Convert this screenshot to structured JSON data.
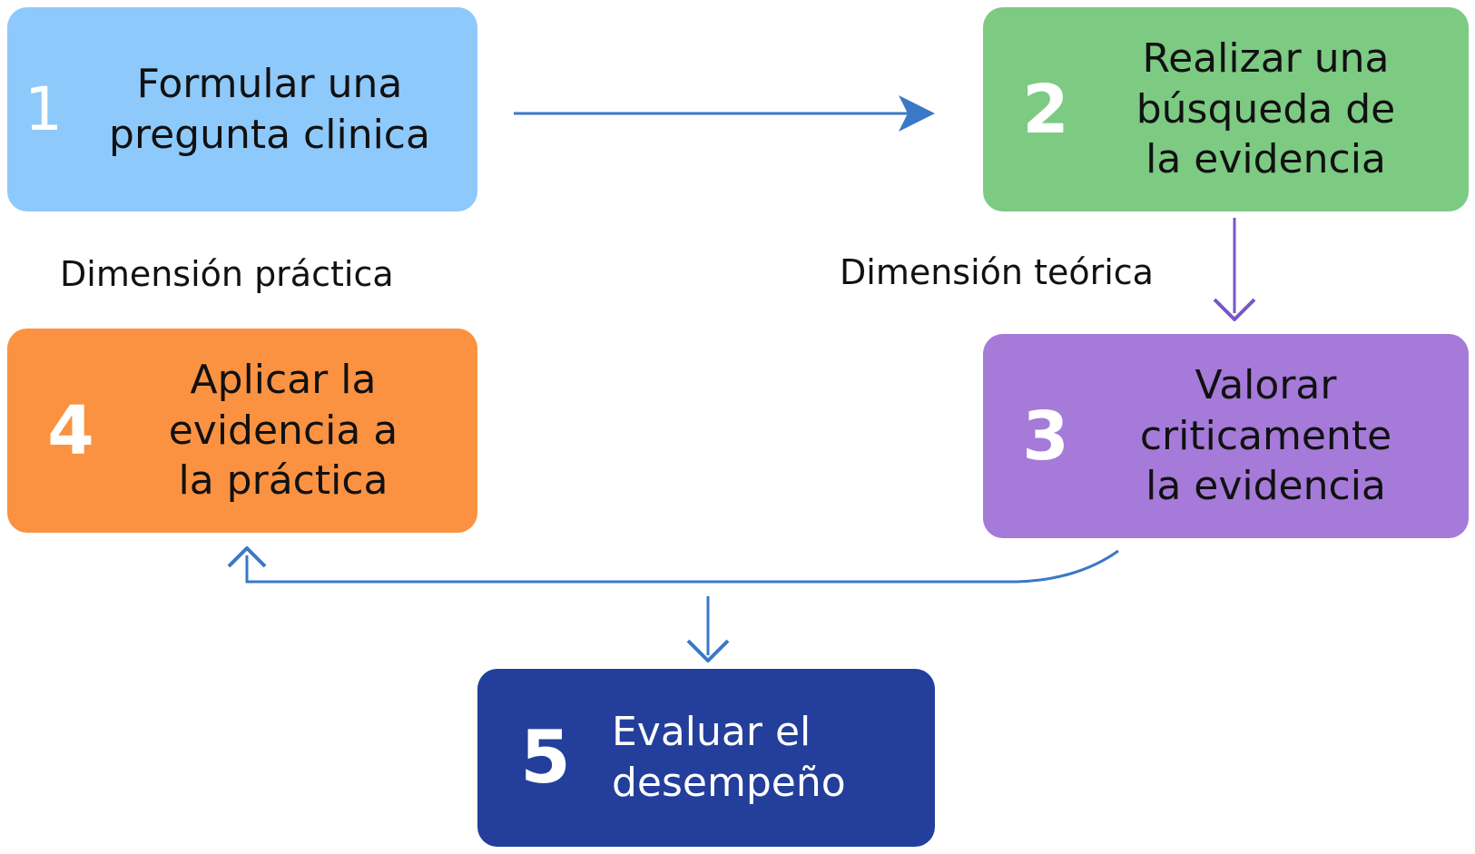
{
  "steps": [
    {
      "number": "1",
      "lines": [
        "Formular una",
        "pregunta clinica"
      ],
      "color": "#8ec9fb"
    },
    {
      "number": "2",
      "lines": [
        "Realizar una",
        "búsqueda de",
        "la evidencia"
      ],
      "color": "#7dca83"
    },
    {
      "number": "3",
      "lines": [
        "Valorar",
        "criticamente",
        "la evidencia"
      ],
      "color": "#a57ad9"
    },
    {
      "number": "4",
      "lines": [
        "Aplicar la",
        "evidencia a",
        "la práctica"
      ],
      "color": "#fb9241"
    },
    {
      "number": "5",
      "lines": [
        "Evaluar el",
        "desempeño"
      ],
      "color": "#233f9b"
    }
  ],
  "labels": {
    "practical": "Dimensión práctica",
    "theoretical": "Dimensión teórica"
  },
  "arrow_colors": {
    "blue": "#3a78c8",
    "purple": "#7a55c8"
  }
}
